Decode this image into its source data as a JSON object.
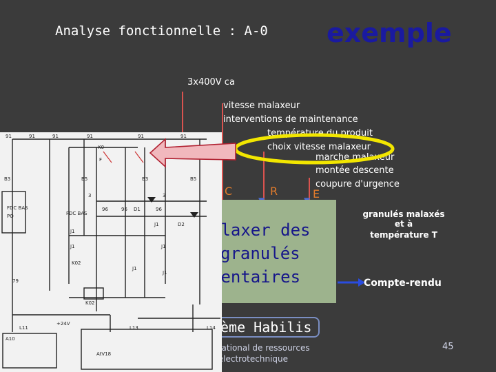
{
  "slide": {
    "title": "Analyse fonctionnelle : A-0",
    "tag": "exemple",
    "energy_input": "3x400V ca",
    "controls": [
      "vitesse malaxeur",
      "interventions de maintenance",
      "température du produit",
      "choix vitesse malaxeur",
      "marche malaxeur",
      "montée descente",
      "coupure d'urgence"
    ],
    "control_letters": {
      "c": "C",
      "r": "R",
      "e": "E"
    },
    "function_lines": [
      "alaxer des",
      "granulés",
      "mentaires"
    ],
    "output_product": [
      "granulés malaxés",
      "et à",
      "température T"
    ],
    "output_report": "Compte-rendu",
    "system_label": "ème Habilis",
    "footer": [
      "Réseau national de ressources",
      "en électrotechnique"
    ],
    "page_number": "45",
    "colors": {
      "background": "#3b3b3b",
      "accent_blue": "#1a1aa0",
      "function_box": "#9db38d",
      "highlight": "#f2e600",
      "arrow": "#d9534f"
    }
  },
  "schematic": {
    "labels": [
      "91",
      "91",
      "91",
      "91",
      "91",
      "91",
      "B3",
      "B5",
      "B3",
      "B5",
      "K0",
      "F",
      "3",
      "3",
      "FDC BAS",
      "FDC BAS",
      "PO",
      "D1",
      "D2",
      "96",
      "96",
      "96",
      "J1",
      "J1",
      "J1",
      "J1",
      "J1",
      "J1",
      "K02",
      "K02",
      "79",
      "L11",
      "L13",
      "L14",
      "A10",
      "AtV18",
      "+24V"
    ]
  }
}
